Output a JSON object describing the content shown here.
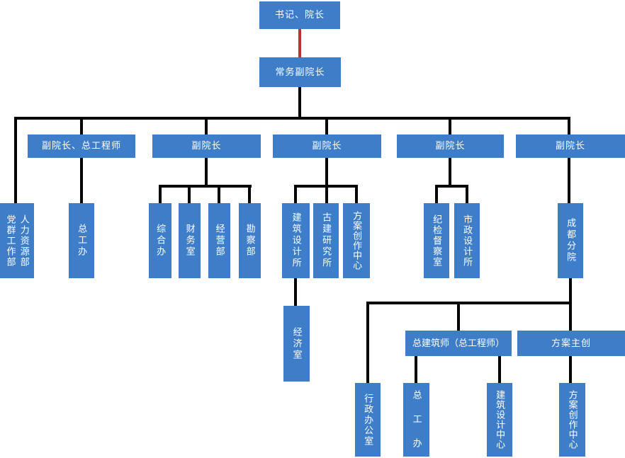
{
  "colors": {
    "box_fill": "#3E7EC8",
    "box_text": "#FFFFFF",
    "connector": "#000000",
    "top_connector": "#C2312D",
    "background": "#FFFFFF"
  },
  "nodes": {
    "secretary_president": "书记、院长",
    "executive_vice_president": "常务副院长",
    "vp_chief_engineer": "副院长、总工程师",
    "vp1": "副院长",
    "vp2": "副院长",
    "vp3": "副院长",
    "vp4": "副院长",
    "party_masses_dept": "党群工作部",
    "hr_dept": "人力资源部",
    "chief_engineer_office": "总工办",
    "general_office": "综合办",
    "finance_office": "财务室",
    "operations_dept": "经营部",
    "survey_dept": "勘察部",
    "architectural_design_institute": "建筑设计所",
    "ancient_architecture_institute": "古建研究所",
    "scheme_creation_center": "方案创作中心",
    "economics_office": "经济室",
    "discipline_inspection_office": "纪检督察室",
    "municipal_design_institute": "市政设计所",
    "chengdu_branch": "成都分院",
    "chief_architect": "总建筑师（总工程师）",
    "scheme_lead": "方案主创",
    "admin_office": "行政办公室",
    "chief_engineer_office_branch": "总 工 办",
    "architectural_design_center": "建筑设计中心",
    "scheme_creation_center_branch": "方案创作中心"
  },
  "hierarchy": {
    "label": "书记、院长",
    "reports": [
      {
        "label": "常务副院长",
        "reports": [
          {
            "label": "党群工作部 / 人力资源部"
          },
          {
            "label": "副院长、总工程师",
            "reports": [
              {
                "label": "总工办"
              }
            ]
          },
          {
            "label": "副院长",
            "reports": [
              {
                "label": "综合办"
              },
              {
                "label": "财务室"
              },
              {
                "label": "经营部"
              },
              {
                "label": "勘察部"
              }
            ]
          },
          {
            "label": "副院长",
            "reports": [
              {
                "label": "建筑设计所",
                "reports": [
                  {
                    "label": "经济室"
                  }
                ]
              },
              {
                "label": "古建研究所"
              },
              {
                "label": "方案创作中心"
              }
            ]
          },
          {
            "label": "副院长",
            "reports": [
              {
                "label": "纪检督察室"
              },
              {
                "label": "市政设计所"
              }
            ]
          },
          {
            "label": "副院长",
            "reports": [
              {
                "label": "成都分院",
                "reports": [
                  {
                    "label": "行政办公室"
                  },
                  {
                    "label": "总建筑师（总工程师）",
                    "reports": [
                      {
                        "label": "总 工 办"
                      },
                      {
                        "label": "建筑设计中心"
                      }
                    ]
                  },
                  {
                    "label": "方案主创",
                    "reports": [
                      {
                        "label": "方案创作中心"
                      }
                    ]
                  }
                ]
              }
            ]
          }
        ]
      }
    ]
  }
}
